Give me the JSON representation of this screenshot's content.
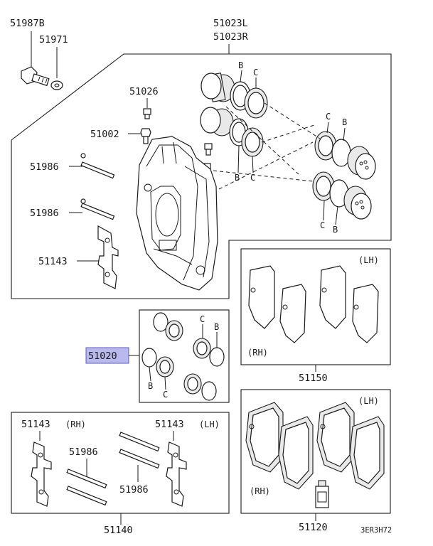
{
  "labels": {
    "p51987b": "51987B",
    "p51971": "51971",
    "p51023l": "51023L",
    "p51023r": "51023R",
    "p51026": "51026",
    "p51002": "51002",
    "p51986_a": "51986",
    "p51986_b": "51986",
    "p51143_a": "51143",
    "p51020": "51020",
    "p51150": "51150",
    "p51143_rh": "51143",
    "p51143_lh": "51143",
    "p51986_c": "51986",
    "p51986_d": "51986",
    "p51140": "51140",
    "p51120": "51120"
  },
  "letters": {
    "b": "B",
    "c": "C"
  },
  "side": {
    "lh": "(LH)",
    "rh": "(RH)"
  },
  "ref_code": "3ER3H72",
  "highlight_part": "51020",
  "highlight_color": "#b9b9ee"
}
